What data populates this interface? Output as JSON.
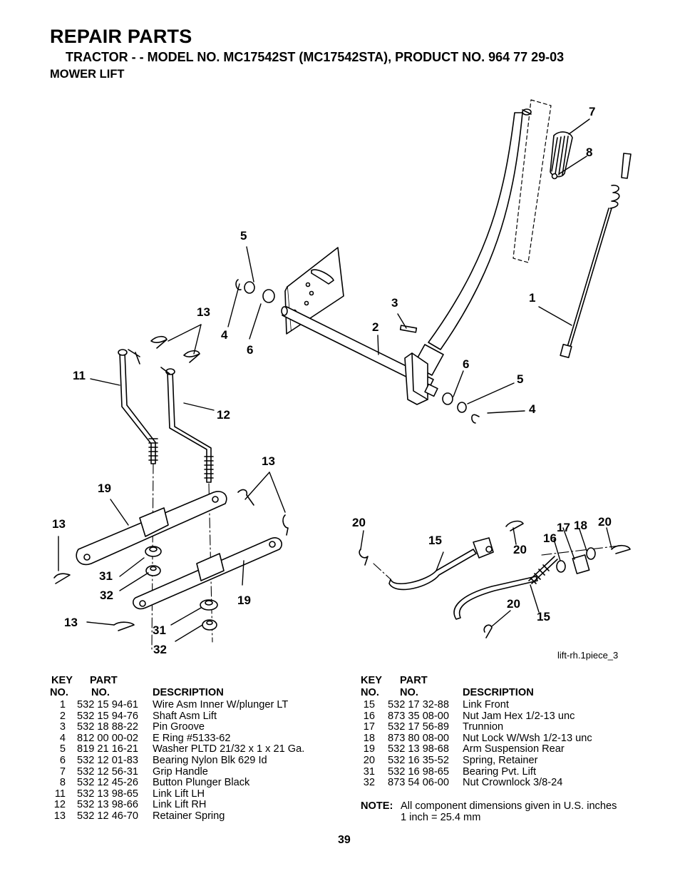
{
  "header": {
    "title": "REPAIR PARTS",
    "subtitle": "TRACTOR - - MODEL NO. MC17542ST (MC17542STA), PRODUCT NO. 964 77 29-03",
    "section": "MOWER LIFT"
  },
  "figure_ref": "lift-rh.1piece_3",
  "callouts": [
    "7",
    "8",
    "5",
    "13",
    "4",
    "6",
    "3",
    "2",
    "1",
    "11",
    "12",
    "6",
    "5",
    "4",
    "13",
    "19",
    "13",
    "31",
    "32",
    "19",
    "13",
    "31",
    "32",
    "20",
    "15",
    "20",
    "17",
    "18",
    "20",
    "16",
    "20",
    "15"
  ],
  "table_headers": {
    "key": "KEY",
    "no": "NO.",
    "part": "PART",
    "part_no": "NO.",
    "description": "DESCRIPTION"
  },
  "parts_left": [
    {
      "key": "1",
      "part": "532 15 94-61",
      "desc": "Wire Asm Inner W/plunger LT"
    },
    {
      "key": "2",
      "part": "532 15 94-76",
      "desc": "Shaft Asm Lift"
    },
    {
      "key": "3",
      "part": "532 18 88-22",
      "desc": "Pin Groove"
    },
    {
      "key": "4",
      "part": "812 00 00-02",
      "desc": "E Ring #5133-62"
    },
    {
      "key": "5",
      "part": "819 21 16-21",
      "desc": "Washer PLTD 21/32 x 1 x 21 Ga."
    },
    {
      "key": "6",
      "part": "532 12 01-83",
      "desc": "Bearing Nylon Blk 629 Id"
    },
    {
      "key": "7",
      "part": "532 12 56-31",
      "desc": "Grip Handle"
    },
    {
      "key": "8",
      "part": "532 12 45-26",
      "desc": "Button Plunger Black"
    },
    {
      "key": "11",
      "part": "532 13 98-65",
      "desc": "Link Lift LH"
    },
    {
      "key": "12",
      "part": "532 13 98-66",
      "desc": "Link Lift RH"
    },
    {
      "key": "13",
      "part": "532 12 46-70",
      "desc": "Retainer Spring"
    }
  ],
  "parts_right": [
    {
      "key": "15",
      "part": "532 17 32-88",
      "desc": "Link Front"
    },
    {
      "key": "16",
      "part": "873 35 08-00",
      "desc": "Nut Jam Hex 1/2-13 unc"
    },
    {
      "key": "17",
      "part": "532 17 56-89",
      "desc": "Trunnion"
    },
    {
      "key": "18",
      "part": "873 80 08-00",
      "desc": "Nut Lock W/Wsh 1/2-13 unc"
    },
    {
      "key": "19",
      "part": "532 13 98-68",
      "desc": "Arm Suspension Rear"
    },
    {
      "key": "20",
      "part": "532 16 35-52",
      "desc": "Spring, Retainer"
    },
    {
      "key": "31",
      "part": "532 16 98-65",
      "desc": "Bearing Pvt. Lift"
    },
    {
      "key": "32",
      "part": "873 54 06-00",
      "desc": "Nut Crownlock 3/8-24"
    }
  ],
  "note": {
    "label": "NOTE:",
    "line1": "All component dimensions given in U.S. inches",
    "line2": "1 inch = 25.4 mm"
  },
  "page_number": "39"
}
